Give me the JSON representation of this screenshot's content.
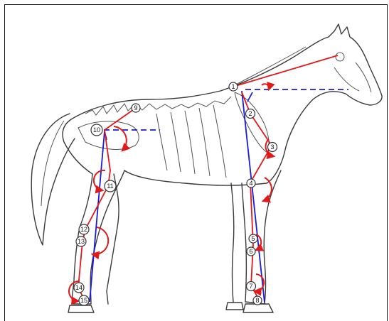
{
  "figure": {
    "colors": {
      "red": "#e0191a",
      "blue": "#1a1ad8",
      "outline": "#3a3a3a"
    },
    "joints": [
      {
        "id": "1",
        "label": "1"
      },
      {
        "id": "2",
        "label": "2"
      },
      {
        "id": "3",
        "label": "3"
      },
      {
        "id": "4",
        "label": "4"
      },
      {
        "id": "5",
        "label": "5"
      },
      {
        "id": "6",
        "label": "6"
      },
      {
        "id": "7",
        "label": "7"
      },
      {
        "id": "8",
        "label": "8"
      },
      {
        "id": "9",
        "label": "9"
      },
      {
        "id": "10",
        "label": "10"
      },
      {
        "id": "11",
        "label": "11"
      },
      {
        "id": "12",
        "label": "12"
      },
      {
        "id": "13",
        "label": "13"
      },
      {
        "id": "14",
        "label": "14"
      },
      {
        "id": "15",
        "label": "15"
      }
    ]
  }
}
